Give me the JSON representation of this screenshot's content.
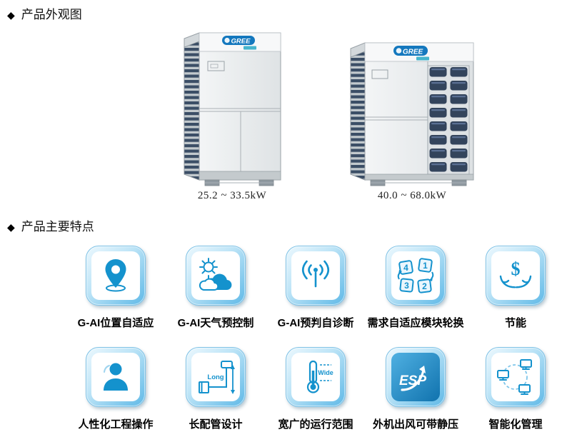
{
  "headers": {
    "appearance": {
      "bullet": "◆",
      "title": "产品外观图"
    },
    "features": {
      "bullet": "◆",
      "title": "产品主要特点"
    }
  },
  "units": [
    {
      "brand": "GREE",
      "capacity": "25.2 ~ 33.5kW"
    },
    {
      "brand": "GREE",
      "capacity": "40.0 ~ 68.0kW"
    }
  ],
  "features": {
    "row1": [
      {
        "label": "G-AI位置自适应"
      },
      {
        "label": "G-AI天气预控制"
      },
      {
        "label": "G-AI预判自诊断"
      },
      {
        "label": "需求自适应模块轮换",
        "numbers": [
          "4",
          "1",
          "3",
          "2"
        ]
      },
      {
        "label": "节能",
        "symbol": "$"
      }
    ],
    "row2": [
      {
        "label": "人性化工程操作"
      },
      {
        "label": "长配管设计",
        "icon_text": "Long"
      },
      {
        "label": "宽广的运行范围",
        "icon_text": "Wide"
      },
      {
        "label": "外机出风可带静压",
        "icon_text": "ESP"
      },
      {
        "label": "智能化管理"
      }
    ]
  },
  "colors": {
    "icon_blue": "#1492cd",
    "frame_blue": "#5fb9e7",
    "logo_blue": "#1478be"
  }
}
